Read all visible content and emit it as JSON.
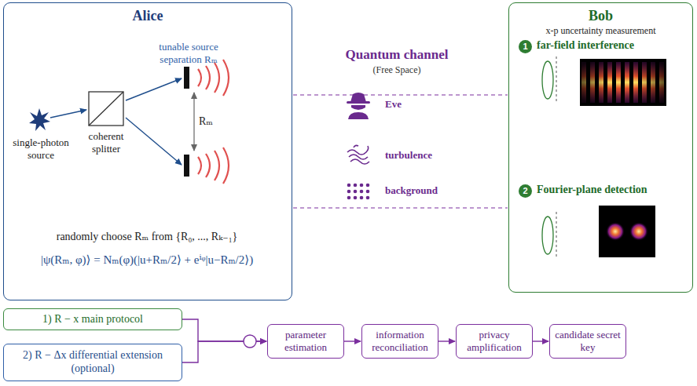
{
  "diagram": {
    "nodes": [
      {
        "text": [
          "Alice"
        ]
      },
      {
        "text": [
          "Bob",
          "x-p uncertainty measurement"
        ]
      },
      {
        "text": [
          "1) R − x main protocol"
        ]
      },
      {
        "text": [
          "2) R − Δx differential extension (optional)"
        ]
      },
      {
        "text": [
          "parameter estimation"
        ]
      },
      {
        "text": [
          "information reconciliation"
        ]
      },
      {
        "text": [
          "privacy amplification"
        ]
      },
      {
        "text": [
          "candidate secret key"
        ]
      }
    ],
    "edges": [
      {
        "from": 2,
        "to": 4,
        "arrow": "to"
      },
      {
        "from": 3,
        "to": 4,
        "arrow": "to"
      },
      {
        "from": 4,
        "to": 5,
        "arrow": "to"
      },
      {
        "from": 5,
        "to": 6,
        "arrow": "to"
      },
      {
        "from": 6,
        "to": 7,
        "arrow": "to"
      }
    ],
    "labels": [
      "single-photon source",
      "coherent splitter",
      "tunable source separation Rₘ",
      "Rₘ",
      "randomly choose Rₘ from {R₀, ..., Rₖ₋₁}",
      "|ψ(Rₘ, φ)⟩ = Nₘ(φ)(|u+Rₘ/2⟩ + eⁱᵠ|u−Rₘ/2⟩)",
      "Quantum channel",
      "(Free Space)",
      "Eve",
      "turbulence",
      "background",
      "1",
      "far-field interference",
      "2",
      "Fourier-plane detection"
    ]
  }
}
